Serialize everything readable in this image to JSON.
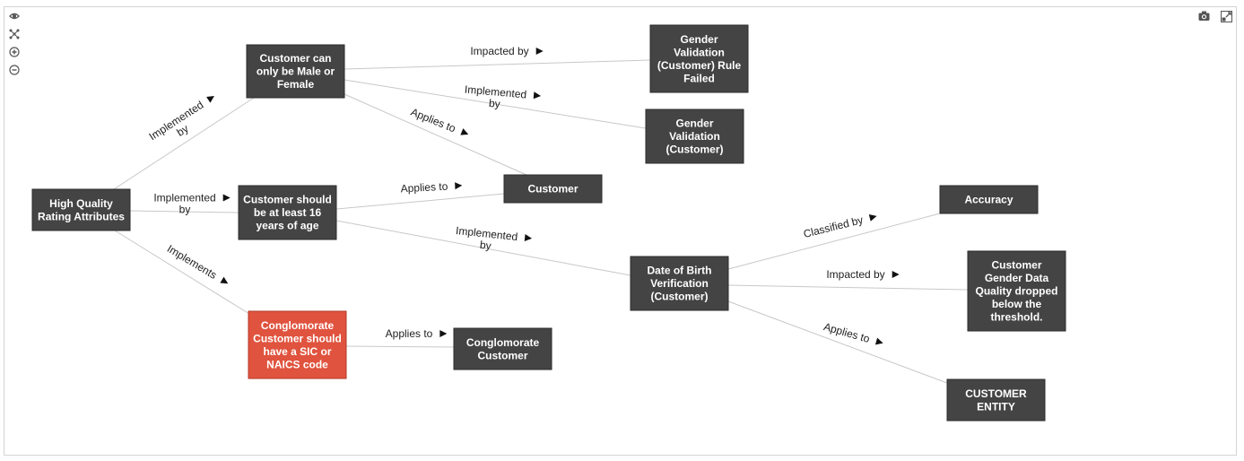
{
  "colors": {
    "node_fill": "#444444",
    "node_stroke": "#2b2b2b",
    "highlight_fill": "#e0533e",
    "edge": "#c8c8c8",
    "icon": "#555555"
  },
  "toolbar": {
    "left": [
      "eye-icon",
      "network-layout-icon",
      "zoom-in-icon",
      "zoom-out-icon"
    ],
    "right": [
      "camera-icon",
      "fullscreen-icon"
    ]
  },
  "nodes": [
    {
      "id": "hq",
      "lines": [
        "High Quality",
        "Rating Attributes"
      ]
    },
    {
      "id": "mf",
      "lines": [
        "Customer can",
        "only be Male or",
        "Female"
      ]
    },
    {
      "id": "age",
      "lines": [
        "Customer should",
        "be at least 16",
        "years of age"
      ]
    },
    {
      "id": "sic",
      "lines": [
        "Conglomorate",
        "Customer should",
        "have a SIC or",
        "NAICS code"
      ],
      "highlight": true
    },
    {
      "id": "gvrf",
      "lines": [
        "Gender",
        "Validation",
        "(Customer) Rule",
        "Failed"
      ]
    },
    {
      "id": "gv",
      "lines": [
        "Gender",
        "Validation",
        "(Customer)"
      ]
    },
    {
      "id": "cust",
      "lines": [
        "Customer"
      ]
    },
    {
      "id": "dob",
      "lines": [
        "Date of Birth",
        "Verification",
        "(Customer)"
      ]
    },
    {
      "id": "cc",
      "lines": [
        "Conglomorate",
        "Customer"
      ]
    },
    {
      "id": "acc",
      "lines": [
        "Accuracy"
      ]
    },
    {
      "id": "cgdq",
      "lines": [
        "Customer",
        "Gender Data",
        "Quality dropped",
        "below the",
        "threshold."
      ]
    },
    {
      "id": "ce",
      "lines": [
        "CUSTOMER",
        "ENTITY"
      ]
    }
  ],
  "edges": [
    {
      "from": "hq",
      "to": "mf",
      "label": [
        "Implemented",
        "by"
      ]
    },
    {
      "from": "hq",
      "to": "age",
      "label": [
        "Implemented",
        "by"
      ]
    },
    {
      "from": "hq",
      "to": "sic",
      "label": [
        "Implements"
      ]
    },
    {
      "from": "mf",
      "to": "gvrf",
      "label": [
        "Impacted by"
      ]
    },
    {
      "from": "mf",
      "to": "gv",
      "label": [
        "Implemented",
        "by"
      ]
    },
    {
      "from": "mf",
      "to": "cust",
      "label": [
        "Applies to"
      ]
    },
    {
      "from": "age",
      "to": "cust",
      "label": [
        "Applies to"
      ]
    },
    {
      "from": "age",
      "to": "dob",
      "label": [
        "Implemented",
        "by"
      ]
    },
    {
      "from": "sic",
      "to": "cc",
      "label": [
        "Applies to"
      ]
    },
    {
      "from": "dob",
      "to": "acc",
      "label": [
        "Classified by"
      ]
    },
    {
      "from": "dob",
      "to": "cgdq",
      "label": [
        "Impacted by"
      ]
    },
    {
      "from": "dob",
      "to": "ce",
      "label": [
        "Applies to"
      ]
    }
  ]
}
